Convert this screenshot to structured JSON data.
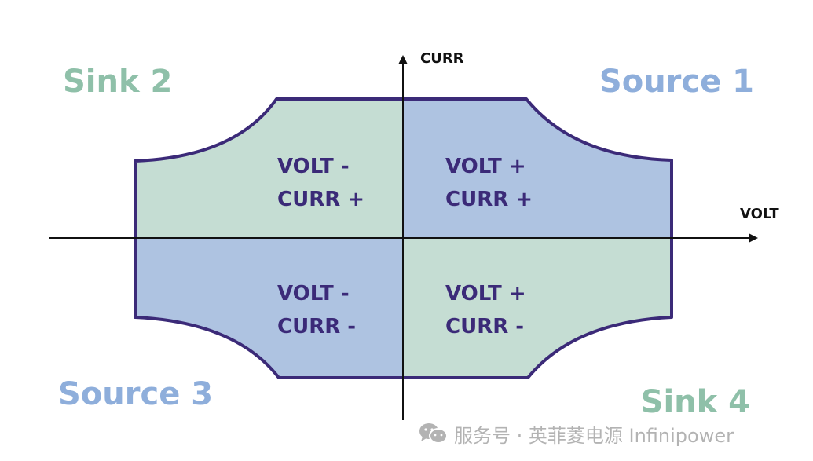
{
  "axes": {
    "x_label": "VOLT",
    "y_label": "CURR"
  },
  "quadrants": [
    {
      "id": "q1",
      "corner_label": "Source 1",
      "line1": "VOLT +",
      "line2": "CURR +",
      "fill": "#aec3e1",
      "label_color": "#8eaedb"
    },
    {
      "id": "q2",
      "corner_label": "Sink 2",
      "line1": "VOLT -",
      "line2": "CURR +",
      "fill": "#c5ddd3",
      "label_color": "#8fc0a9"
    },
    {
      "id": "q3",
      "corner_label": "Source 3",
      "line1": "VOLT -",
      "line2": "CURR -",
      "fill": "#aec3e1",
      "label_color": "#8eaedb"
    },
    {
      "id": "q4",
      "corner_label": "Sink 4",
      "line1": "VOLT +",
      "line2": "CURR -",
      "fill": "#c5ddd3",
      "label_color": "#8fc0a9"
    }
  ],
  "colors": {
    "outline": "#3b2a78",
    "axis": "#111111",
    "quadrant_text": "#3b2a78"
  },
  "watermark": {
    "icon": "wechat-icon",
    "text": "服务号 · 英菲菱电源 Infinipower"
  }
}
